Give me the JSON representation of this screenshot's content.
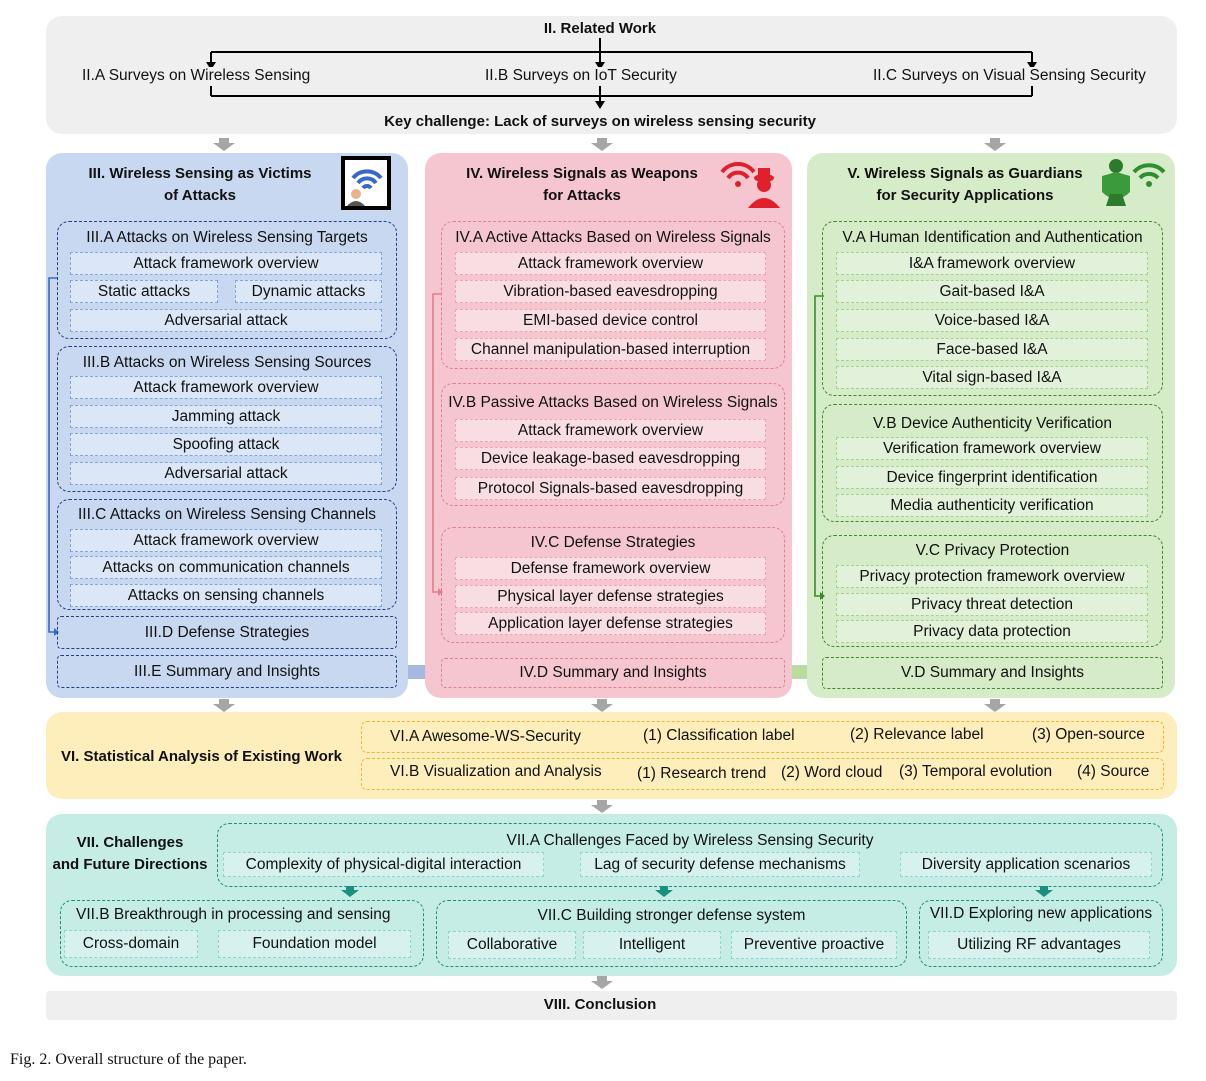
{
  "related": {
    "title": "II. Related Work",
    "a": "II.A Surveys on Wireless Sensing",
    "b": "II.B Surveys on IoT Security",
    "c": "II.C Surveys on Visual Sensing Security",
    "key": "Key challenge: Lack of surveys on wireless sensing security"
  },
  "victims": {
    "title_l1": "III. Wireless Sensing as Victims",
    "title_l2": "of Attacks",
    "a_head": "III.A Attacks on Wireless Sensing Targets",
    "a_items": [
      "Attack framework overview",
      "Static attacks",
      "Dynamic attacks",
      "Adversarial attack"
    ],
    "b_head": "III.B Attacks on Wireless Sensing Sources",
    "b_items": [
      "Attack framework overview",
      "Jamming attack",
      "Spoofing attack",
      "Adversarial attack"
    ],
    "c_head": "III.C Attacks on Wireless Sensing Channels",
    "c_items": [
      "Attack framework overview",
      "Attacks on communication channels",
      "Attacks on sensing channels"
    ],
    "d": "III.D Defense Strategies",
    "e": "III.E Summary and Insights"
  },
  "weapons": {
    "title_l1": "IV. Wireless Signals as Weapons",
    "title_l2": "for Attacks",
    "a_head": "IV.A Active Attacks Based on Wireless Signals",
    "a_items": [
      "Attack framework overview",
      "Vibration-based eavesdropping",
      "EMI-based device control",
      "Channel manipulation-based interruption"
    ],
    "b_head": "IV.B Passive Attacks Based on Wireless Signals",
    "b_items": [
      "Attack framework overview",
      "Device leakage-based eavesdropping",
      "Protocol Signals-based eavesdropping"
    ],
    "c_head": "IV.C Defense Strategies",
    "c_items": [
      "Defense framework overview",
      "Physical layer defense strategies",
      "Application layer defense strategies"
    ],
    "d": "IV.D Summary and Insights"
  },
  "guardians": {
    "title_l1": "V. Wireless Signals as Guardians",
    "title_l2": "for Security Applications",
    "a_head": "V.A Human Identification and Authentication",
    "a_items": [
      "I&A framework overview",
      "Gait-based I&A",
      "Voice-based I&A",
      "Face-based I&A",
      "Vital sign-based I&A"
    ],
    "b_head": "V.B Device Authenticity Verification",
    "b_items": [
      "Verification framework overview",
      "Device fingerprint identification",
      "Media authenticity verification"
    ],
    "c_head": "V.C Privacy Protection",
    "c_items": [
      "Privacy protection framework overview",
      "Privacy threat detection",
      "Privacy data protection"
    ],
    "d": "V.D Summary and Insights"
  },
  "stats": {
    "title": "VI. Statistical Analysis of Existing Work",
    "a": "VI.A Awesome-WS-Security",
    "a_items": [
      "(1) Classification label",
      "(2) Relevance label",
      "(3) Open-source"
    ],
    "b": "VI.B Visualization and Analysis",
    "b_items": [
      "(1) Research trend",
      "(2) Word cloud",
      "(3) Temporal evolution",
      "(4) Source"
    ]
  },
  "future": {
    "title_l1": "VII. Challenges",
    "title_l2": "and Future Directions",
    "a_head": "VII.A Challenges Faced by Wireless Sensing Security",
    "a_items": [
      "Complexity of physical-digital interaction",
      "Lag of security defense mechanisms",
      "Diversity application scenarios"
    ],
    "b_head": "VII.B Breakthrough in processing and sensing",
    "b_items": [
      "Cross-domain",
      "Foundation model"
    ],
    "c_head": "VII.C Building stronger defense system",
    "c_items": [
      "Collaborative",
      "Intelligent",
      "Preventive proactive"
    ],
    "d_head": "VII.D Exploring new applications",
    "d_items": [
      "Utilizing RF advantages"
    ]
  },
  "conclusion": "VIII. Conclusion",
  "caption": "Fig. 2.   Overall structure of the paper.",
  "colors": {
    "related_bg": "#efefef",
    "victims_bg": "#c9d8f1",
    "weapons_bg": "#f5c6cf",
    "guardians_bg": "#d6ebc8",
    "stats_bg": "#fdeebb",
    "future_bg": "#c6ece6",
    "arrow_gray": "#a6a6a6"
  }
}
